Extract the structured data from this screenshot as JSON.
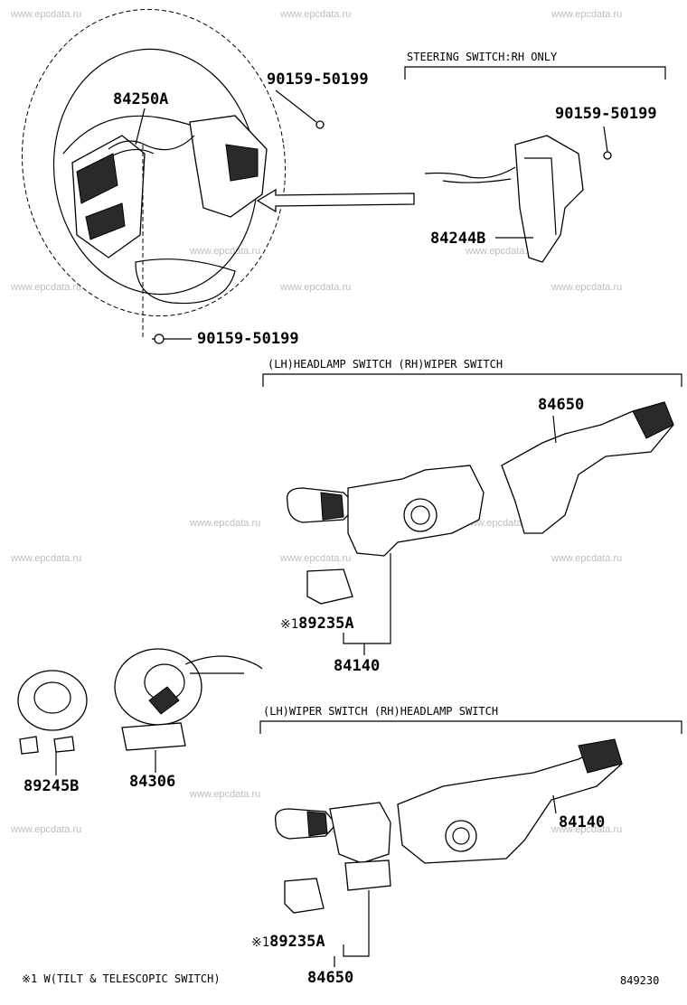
{
  "watermark": "www.epcdata.ru",
  "steering_caption": "STEERING SWITCH:RH ONLY",
  "headlamp_caption_1": "(LH)HEADLAMP SWITCH   (RH)WIPER SWITCH",
  "wiper_caption_2": "(LH)WIPER SWITCH   (RH)HEADLAMP SWITCH",
  "labels": {
    "p84250A": "84250A",
    "p90159_a": "90159-50199",
    "p90159_b": "90159-50199",
    "p90159_c": "90159-50199",
    "p84244B": "84244B",
    "p84650_a": "84650",
    "p89235A_a": "89235A",
    "p84140_a": "84140",
    "p89245B": "89245B",
    "p84306": "84306",
    "p84140_b": "84140",
    "p89235A_b": "89235A",
    "p84650_b": "84650"
  },
  "note_mark": "※1",
  "footnote": "※1 W(TILT & TELESCOPIC SWITCH)",
  "ref_number": "849230"
}
